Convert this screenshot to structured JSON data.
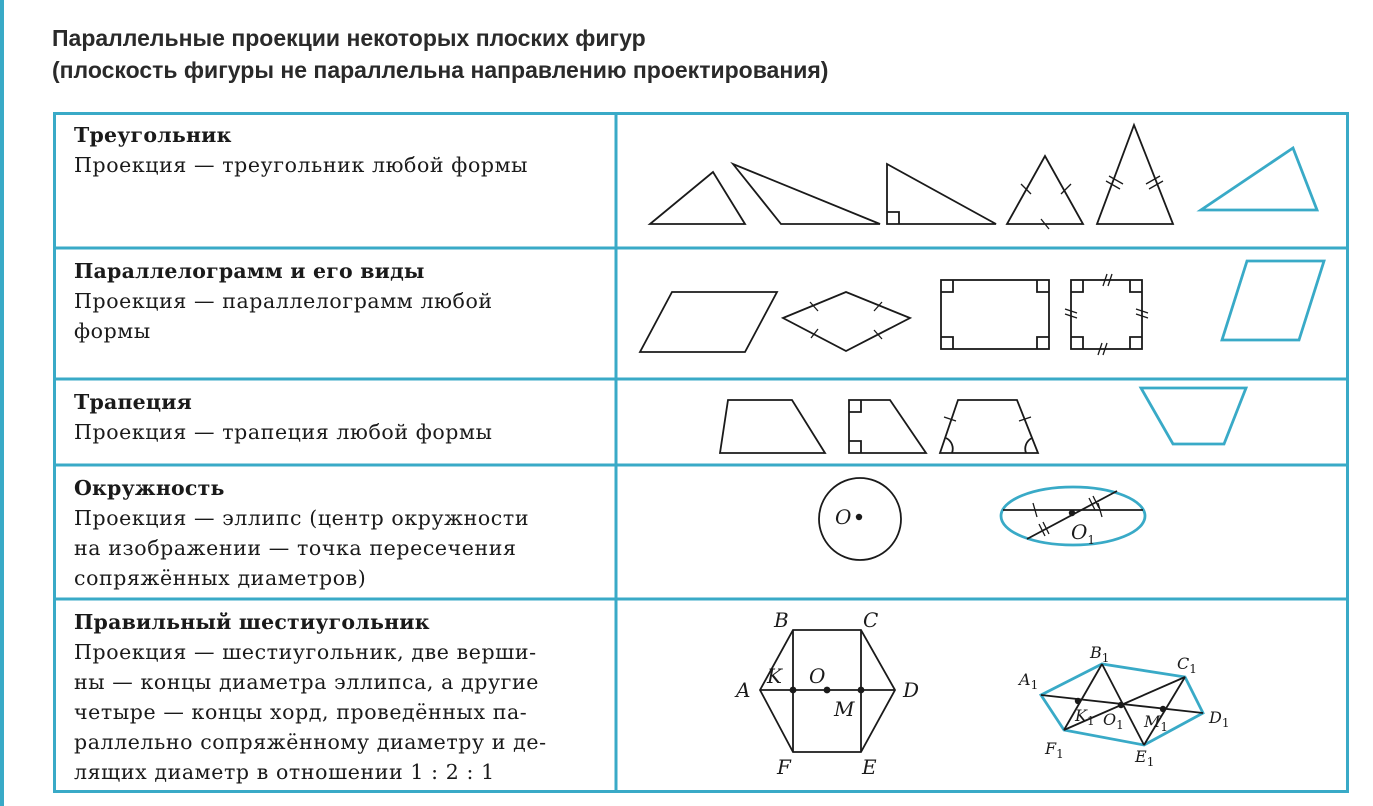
{
  "title": {
    "line1": "Параллельные проекции некоторых плоских фигур",
    "line2": "(плоскость фигуры не параллельна направлению проектирования)"
  },
  "rows": [
    {
      "heading": "Треугольник",
      "description": "Проекция — треугольник любой формы"
    },
    {
      "heading": "Параллелограмм и его виды",
      "description": "Проекция — параллелограмм любой\nформы"
    },
    {
      "heading": "Трапеция",
      "description": "Проекция — трапеция любой формы"
    },
    {
      "heading": "Окружность",
      "description": "Проекция — эллипс (центр окружности\nна изображении — точка пересечения\nсопряжённых диаметров)"
    },
    {
      "heading": "Правильный шестиугольник",
      "description": "Проекция — шестиугольник, две верши-\nны — концы диаметра эллипса, а другие\nчетыре — концы хорд, проведённых па-\nраллельно сопряжённому диаметру и де-\nлящих диаметр в отношении 1 : 2 : 1"
    }
  ],
  "labels": {
    "circle_center": "O",
    "ellipse_center": "O",
    "ellipse_center_sub": "1",
    "hex": {
      "a": "A",
      "b": "B",
      "c": "C",
      "d": "D",
      "e": "E",
      "f": "F",
      "k": "K",
      "o": "O",
      "m": "M"
    },
    "hex_proj": {
      "a": "A",
      "b": "B",
      "c": "C",
      "d": "D",
      "e": "E",
      "f": "F",
      "k": "K",
      "o": "O",
      "m": "M",
      "sub": "1"
    }
  },
  "colors": {
    "accent": "#39aac7",
    "ink": "#1a1a1a"
  }
}
